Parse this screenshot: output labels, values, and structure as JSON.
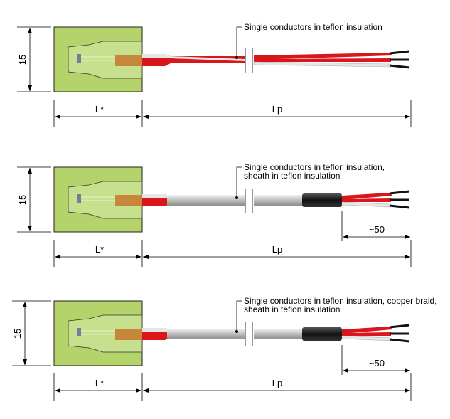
{
  "colors": {
    "block": "#b5d36b",
    "sensor": "#c8863a",
    "red_wire": "#d9161c",
    "white_wire": "#e6e6e6",
    "sheath": "#c9c9c9",
    "shrink": "#222222"
  },
  "panels": [
    {
      "height_label": "15",
      "l_label": "L*",
      "lp_label": "Lp",
      "callout": [
        "Single conductors in teflon insulation"
      ],
      "sheath": false,
      "strip_label": null
    },
    {
      "height_label": "15",
      "l_label": "L*",
      "lp_label": "Lp",
      "callout": [
        "Single conductors in teflon insulation,",
        "sheath in teflon insulation"
      ],
      "sheath": true,
      "strip_label": "~50"
    },
    {
      "height_label": "15",
      "l_label": "L*",
      "lp_label": "Lp",
      "callout": [
        "Single conductors in teflon insulation, copper braid,",
        "sheath in teflon insulation"
      ],
      "sheath": true,
      "strip_label": "~50"
    }
  ]
}
